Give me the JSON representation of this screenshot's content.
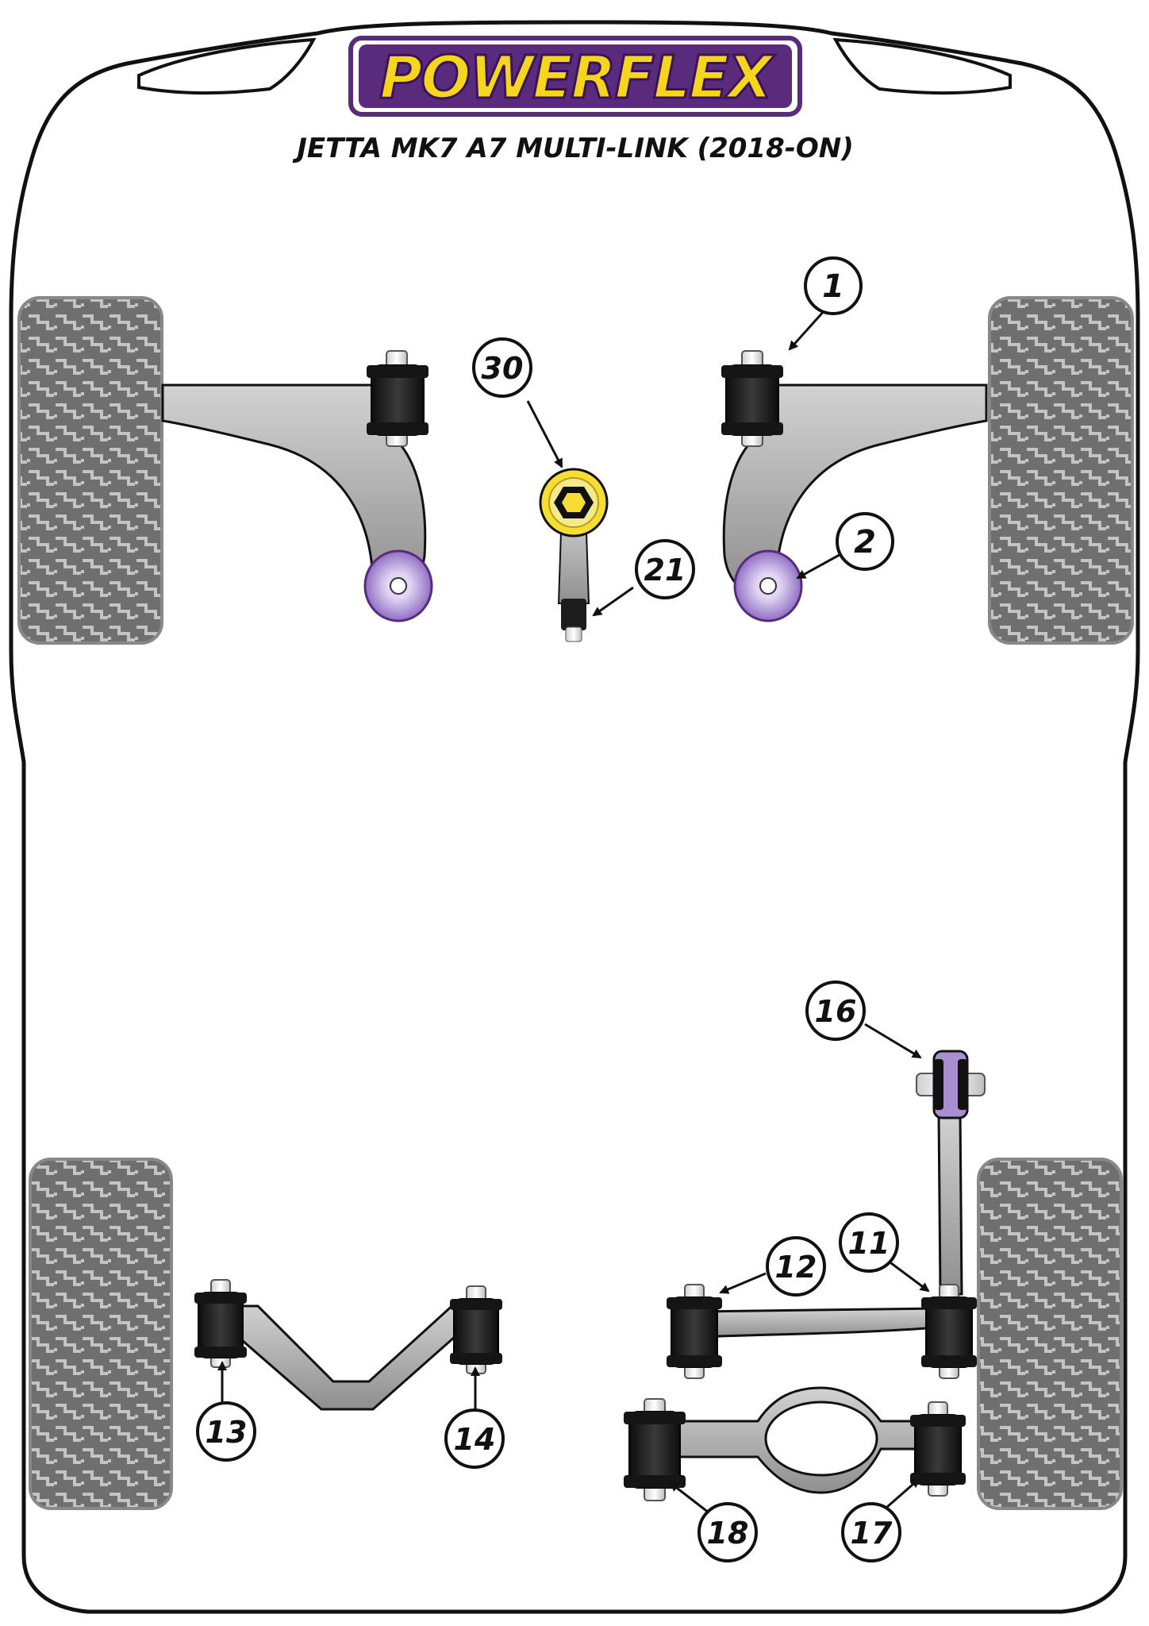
{
  "brand": {
    "logo_text": "POWERFLEX",
    "logo_colors": {
      "fill": "#f6d51e",
      "outline": "#5a2a7c",
      "background": "#ffffff"
    }
  },
  "title": "JETTA MK7 A7 MULTI-LINK (2018-ON)",
  "part_labels": {
    "p1": "1",
    "p2": "2",
    "p30": "30",
    "p21": "21",
    "p16": "16",
    "p11": "11",
    "p12": "12",
    "p13": "13",
    "p14": "14",
    "p18": "18",
    "p17": "17"
  },
  "colors": {
    "body_outline": "#111111",
    "tyre": "#707070",
    "tread": "#b9b9b9",
    "arm": "#a8a8a8",
    "bush_black": "#1a1a1a",
    "bush_purple": "#a98fd0",
    "bush_yellow": "#f6dd35",
    "bolt": "#e8e8e8"
  }
}
